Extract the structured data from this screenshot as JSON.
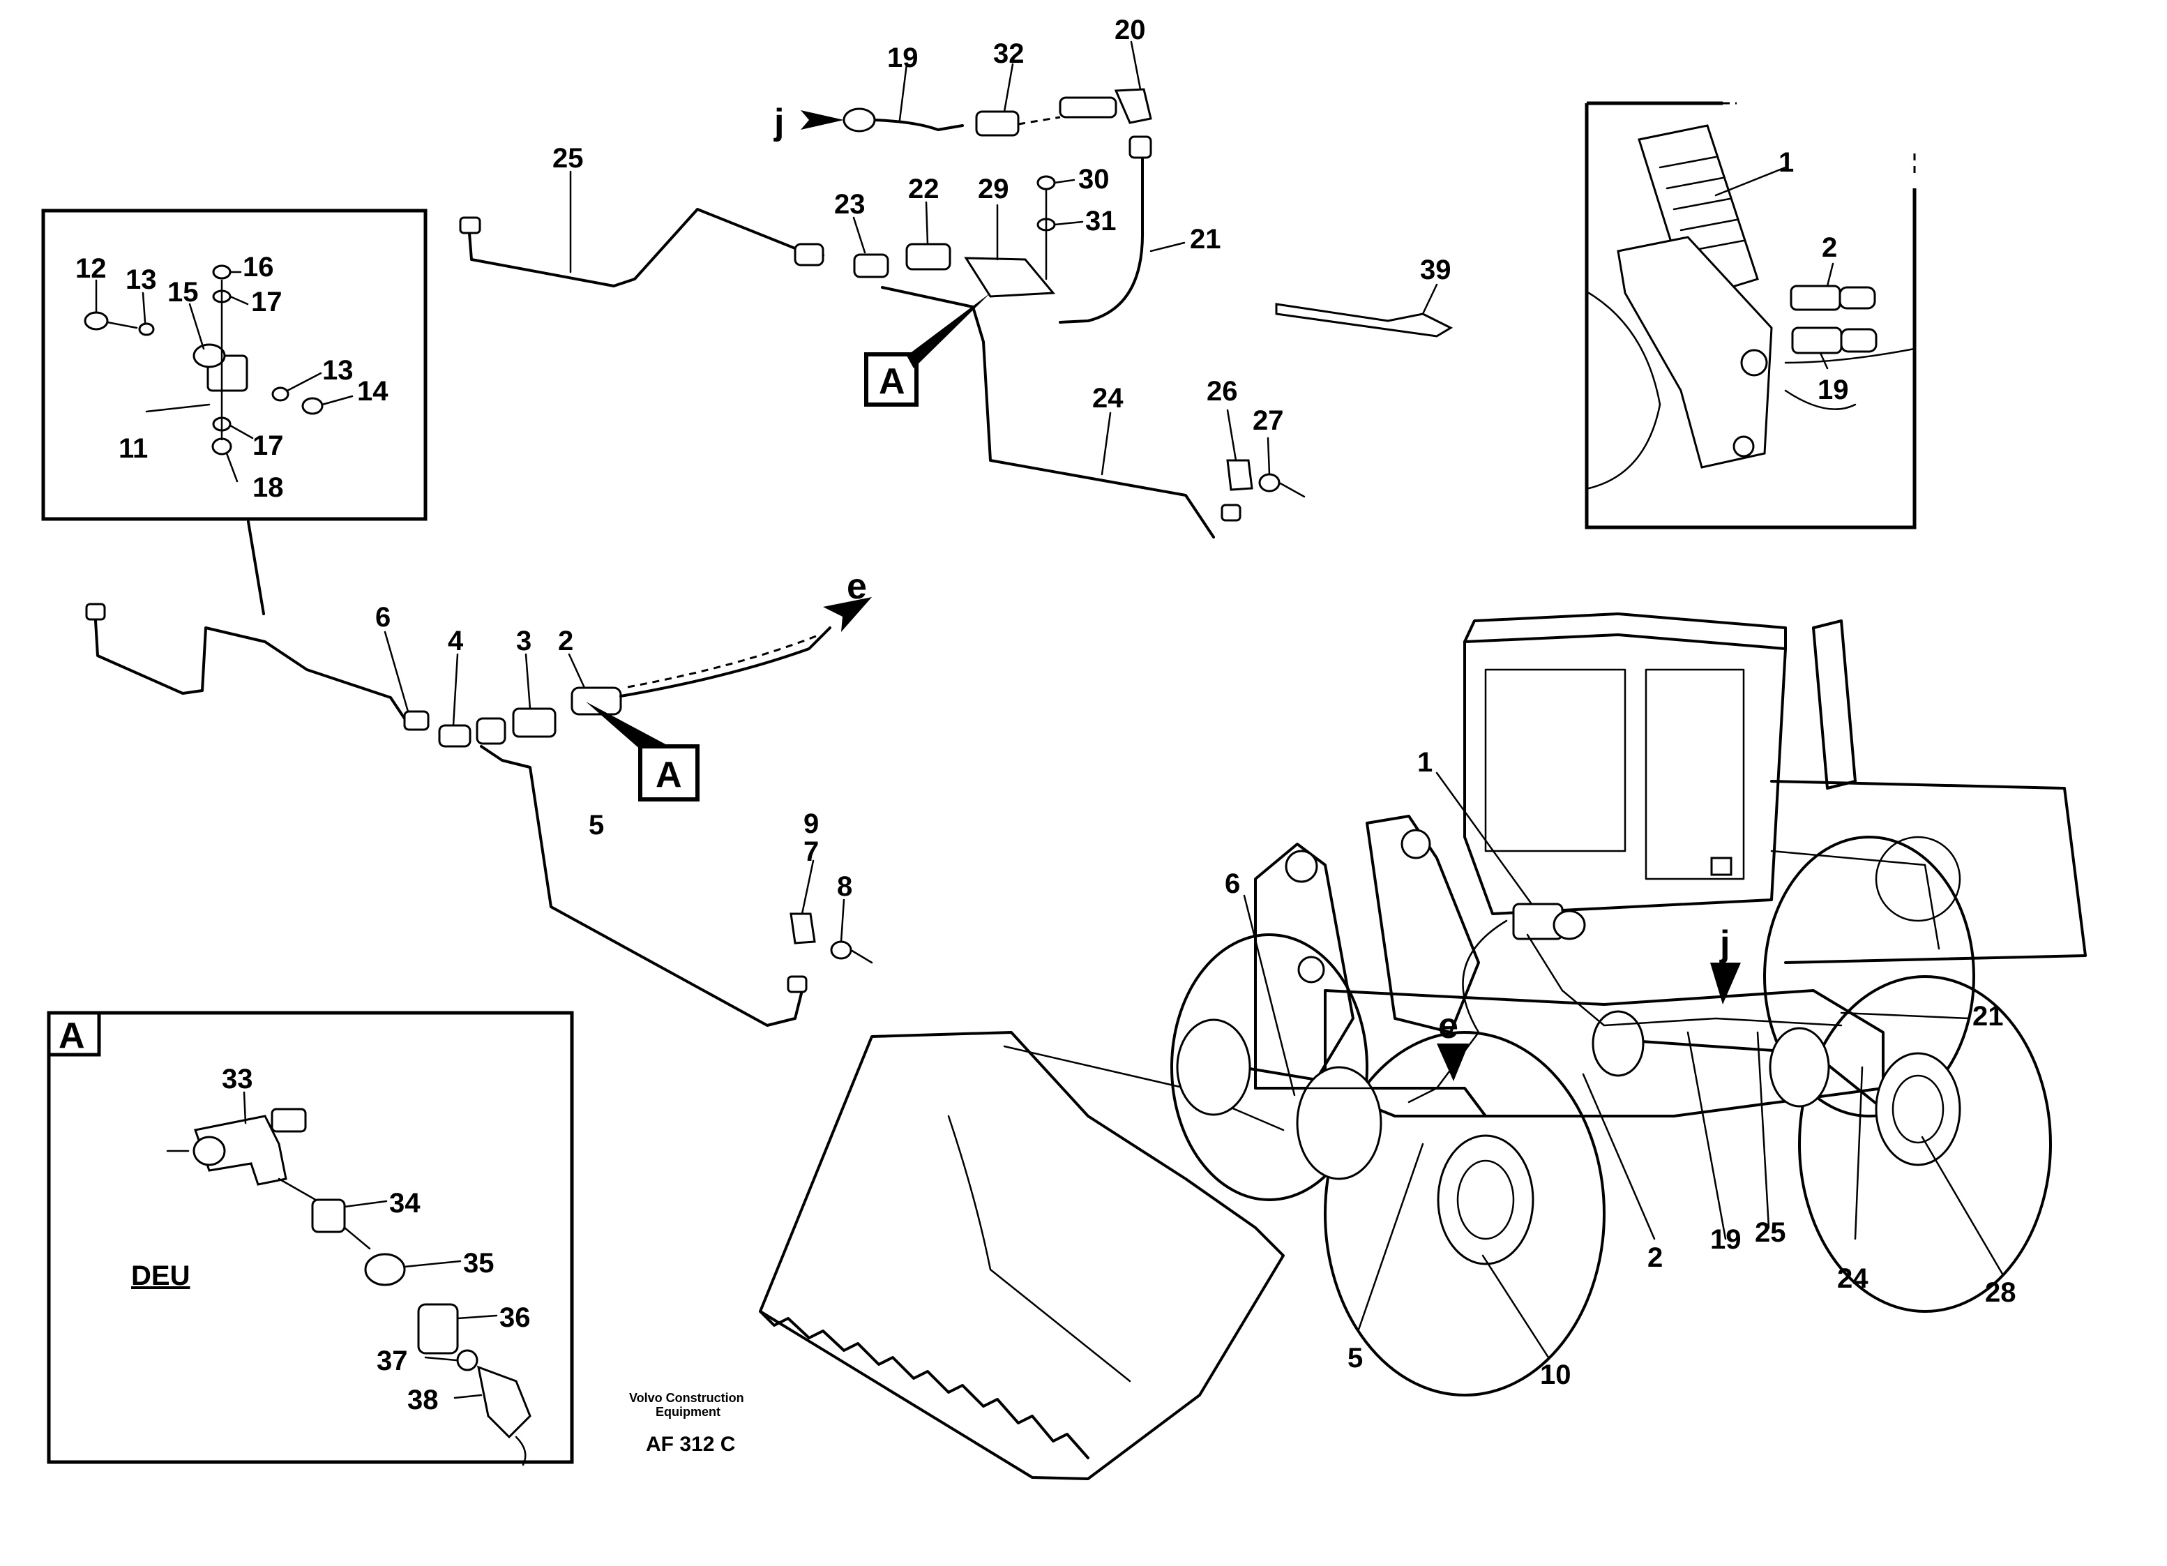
{
  "callouts": {
    "c1": "1",
    "c2": "2",
    "c3": "3",
    "c4": "4",
    "c5": "5",
    "c6": "6",
    "c7": "7",
    "c8": "8",
    "c9": "9",
    "c10": "10",
    "c11": "11",
    "c12": "12",
    "c13": "13",
    "c14": "14",
    "c15": "15",
    "c16": "16",
    "c17": "17",
    "c18": "18",
    "c19": "19",
    "c20": "20",
    "c21": "21",
    "c22": "22",
    "c23": "23",
    "c24": "24",
    "c25": "25",
    "c26": "26",
    "c27": "27",
    "c28": "28",
    "c29": "29",
    "c30": "30",
    "c31": "31",
    "c32": "32",
    "c33": "33",
    "c34": "34",
    "c35": "35",
    "c36": "36",
    "c37": "37",
    "c38": "38",
    "c39": "39"
  },
  "view_refs": {
    "A": "A",
    "e": "e",
    "j": "j"
  },
  "inset_A": {
    "tag": "A",
    "variant": "DEU"
  },
  "footer": {
    "company_line1": "Volvo Construction",
    "company_line2": "Equipment",
    "code": "AF 312 C"
  }
}
